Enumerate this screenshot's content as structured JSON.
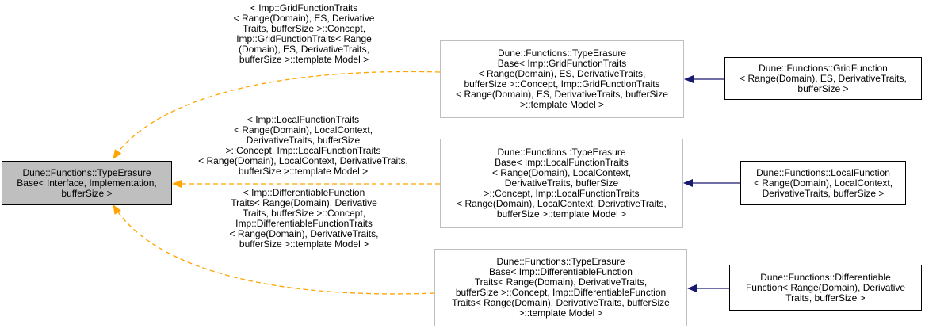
{
  "colors": {
    "current_fill": "#bfbfbf",
    "template_border": "#bfbfbf",
    "inheritance_arrow": "#191970",
    "template_edge": "#ffa500"
  },
  "nodes": {
    "type_erasure_base": "Dune::Functions::TypeErasure\nBase< Interface, Implementation,\n bufferSize >",
    "grid_template": "Dune::Functions::TypeErasure\nBase< Imp::GridFunctionTraits\n< Range(Domain), ES, DerivativeTraits,\n bufferSize >::Concept, Imp::GridFunctionTraits\n< Range(Domain), ES, DerivativeTraits, bufferSize\n >::template Model >",
    "grid_function": "Dune::Functions::GridFunction\n< Range(Domain), ES, DerivativeTraits,\n bufferSize >",
    "local_template": "Dune::Functions::TypeErasure\nBase< Imp::LocalFunctionTraits\n< Range(Domain), LocalContext,\n DerivativeTraits, bufferSize\n >::Concept, Imp::LocalFunctionTraits\n< Range(Domain), LocalContext, DerivativeTraits,\n bufferSize >::template Model >",
    "local_function": "Dune::Functions::LocalFunction\n< Range(Domain), LocalContext,\n DerivativeTraits, bufferSize >",
    "diff_template": "Dune::Functions::TypeErasure\nBase< Imp::DifferentiableFunction\nTraits< Range(Domain), DerivativeTraits,\n bufferSize >::Concept, Imp::DifferentiableFunction\nTraits< Range(Domain), DerivativeTraits, bufferSize\n >::template Model >",
    "diff_function": "Dune::Functions::Differentiable\nFunction< Range(Domain), Derivative\nTraits, bufferSize >"
  },
  "edge_labels": {
    "grid": "< Imp::GridFunctionTraits\n< Range(Domain), ES, Derivative\nTraits, bufferSize >::Concept,\n Imp::GridFunctionTraits< Range\n(Domain), ES, DerivativeTraits,\n bufferSize >::template Model >",
    "local": "< Imp::LocalFunctionTraits\n< Range(Domain), LocalContext,\n DerivativeTraits, bufferSize\n >::Concept, Imp::LocalFunctionTraits\n< Range(Domain), LocalContext, DerivativeTraits,\n bufferSize >::template Model >",
    "diff": "< Imp::DifferentiableFunction\nTraits< Range(Domain), Derivative\nTraits, bufferSize >::Concept,\n Imp::DifferentiableFunctionTraits\n< Range(Domain), DerivativeTraits,\n bufferSize >::template Model >"
  }
}
